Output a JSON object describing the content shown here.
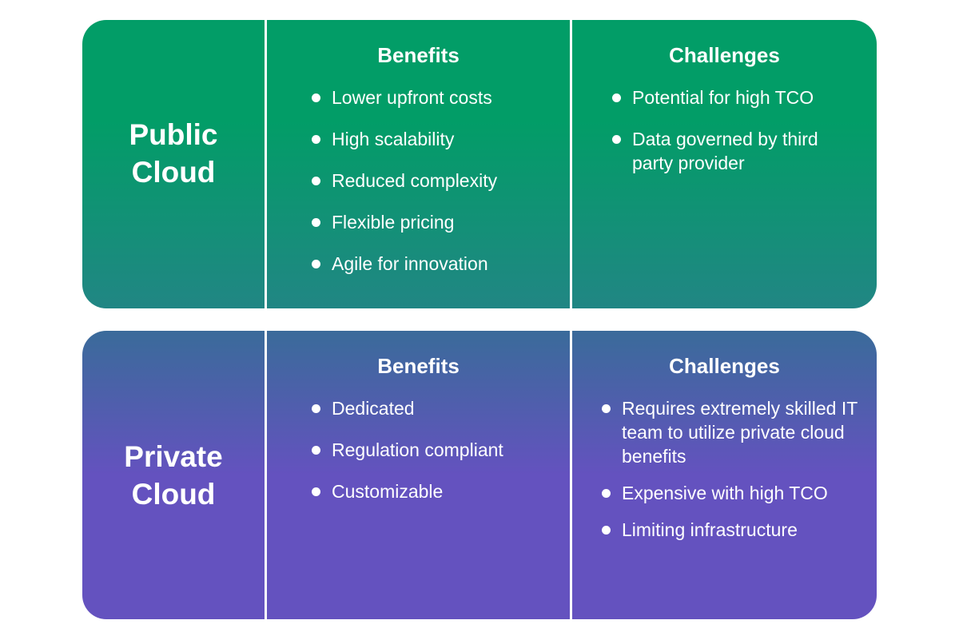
{
  "public_cloud": {
    "title_line1": "Public",
    "title_line2": "Cloud",
    "benefits_heading": "Benefits",
    "benefits": [
      "Lower upfront costs",
      "High scalability",
      "Reduced complexity",
      "Flexible pricing",
      "Agile for innovation"
    ],
    "challenges_heading": "Challenges",
    "challenges": [
      "Potential for high TCO",
      "Data governed by third party provider"
    ],
    "gradient_colors": [
      "#029d67",
      "#218684"
    ]
  },
  "private_cloud": {
    "title_line1": "Private",
    "title_line2": "Cloud",
    "benefits_heading": "Benefits",
    "benefits": [
      "Dedicated",
      "Regulation compliant",
      "Customizable"
    ],
    "challenges_heading": "Challenges",
    "challenges": [
      "Requires extremely skilled IT team to utilize private cloud benefits",
      "Expensive with high TCO",
      "Limiting infrastructure"
    ],
    "gradient_colors": [
      "#3a6b9a",
      "#6452bf"
    ]
  }
}
